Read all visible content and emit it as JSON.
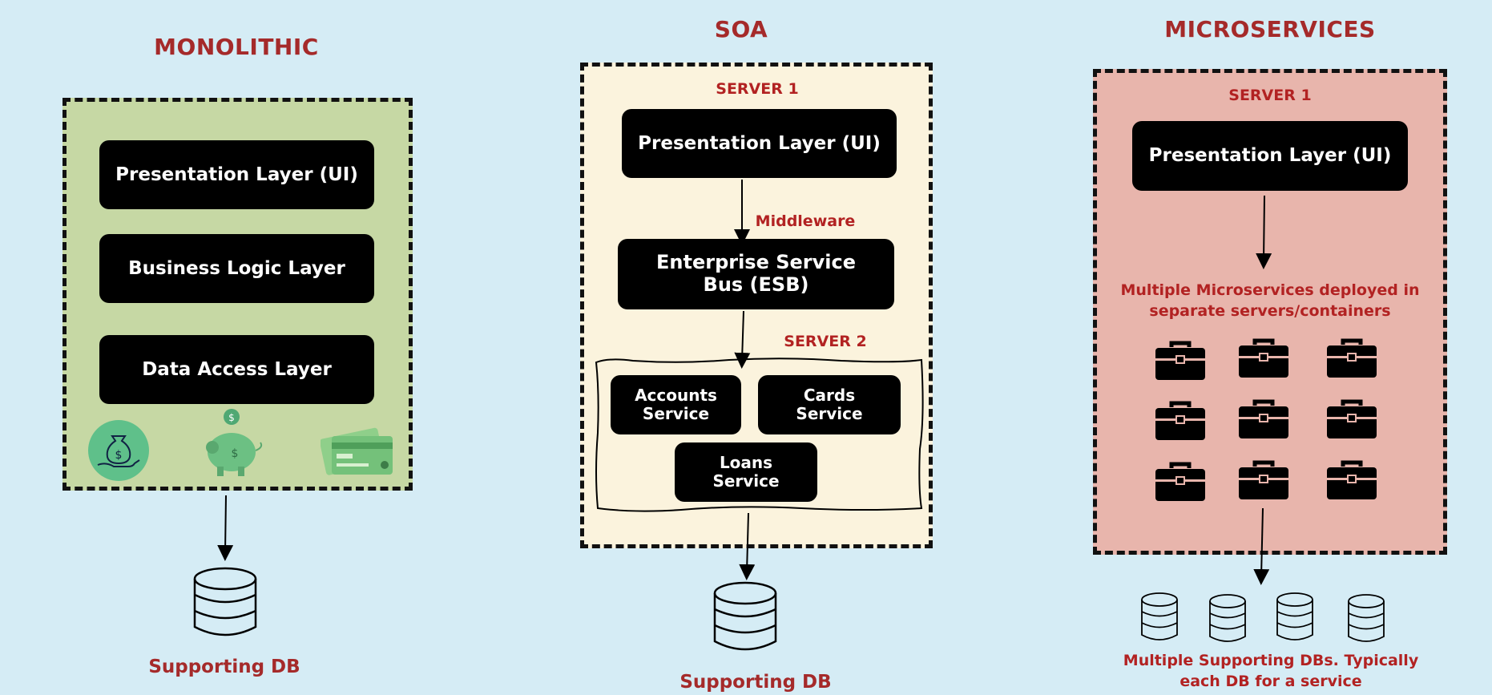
{
  "monolithic": {
    "title": "MONOLITHIC",
    "layers": [
      "Presentation Layer (UI)",
      "Business Logic Layer",
      "Data Access Layer"
    ],
    "db_label": "Supporting DB",
    "icons": [
      "money-bag-hand-icon",
      "piggy-bank-icon",
      "credit-card-icon"
    ],
    "background": "#c6d8a4"
  },
  "soa": {
    "title": "SOA",
    "server1_label": "SERVER 1",
    "presentation": "Presentation Layer (UI)",
    "middleware_label": "Middleware",
    "esb": "Enterprise Service Bus (ESB)",
    "server2_label": "SERVER 2",
    "services": [
      "Accounts Service",
      "Cards Service",
      "Loans Service"
    ],
    "db_label": "Supporting DB",
    "background": "#fbf3dd"
  },
  "microservices": {
    "title": "MICROSERVICES",
    "server1_label": "SERVER 1",
    "presentation": "Presentation Layer (UI)",
    "description": "Multiple Microservices deployed in separate servers/containers",
    "db_label": "Multiple Supporting DBs. Typically each DB for a service",
    "service_icon": "briefcase-icon",
    "background": "#e8b5ac"
  },
  "colors": {
    "page_background": "#d5ecf5",
    "title_red": "#a52a2a",
    "label_red": "#b22222"
  }
}
